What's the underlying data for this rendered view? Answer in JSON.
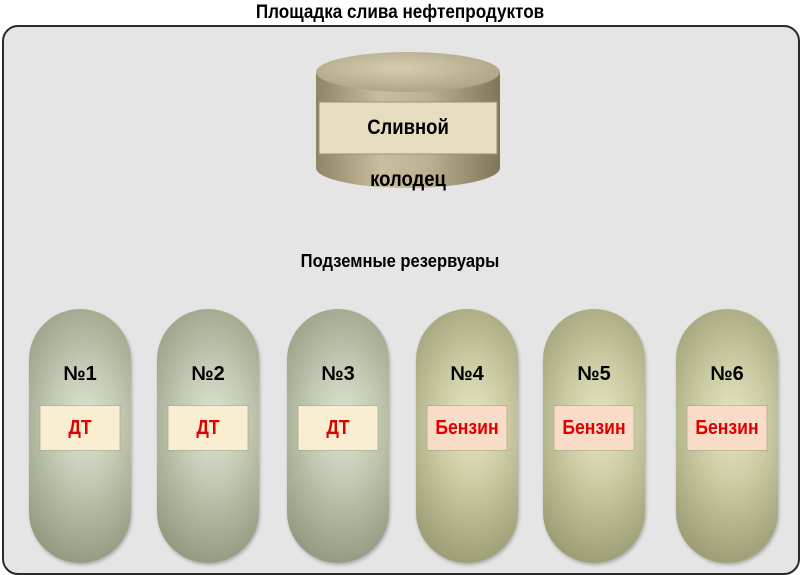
{
  "title": "Площадка слива нефтепродуктов",
  "well": {
    "label": "Сливной колодец"
  },
  "tanks_heading": "Подземные резервуары",
  "tanks": [
    {
      "number": "№1",
      "product": "ДТ",
      "kind": "dt",
      "body_color": "#b5bca5",
      "label_bg": "#f9eed2"
    },
    {
      "number": "№2",
      "product": "ДТ",
      "kind": "dt",
      "body_color": "#b5bca5",
      "label_bg": "#f9eed2"
    },
    {
      "number": "№3",
      "product": "ДТ",
      "kind": "dt",
      "body_color": "#b5bca5",
      "label_bg": "#f9eed2"
    },
    {
      "number": "№4",
      "product": "Бензин",
      "kind": "benzin",
      "body_color": "#c0c09a",
      "label_bg": "#f9dcc8"
    },
    {
      "number": "№5",
      "product": "Бензин",
      "kind": "benzin",
      "body_color": "#c0c09a",
      "label_bg": "#f9dcc8"
    },
    {
      "number": "№6",
      "product": "Бензин",
      "kind": "benzin",
      "body_color": "#c0c09a",
      "label_bg": "#f9dcc8"
    }
  ],
  "colors": {
    "product_text": "#e00000",
    "panel_bg": "#e5e5e5",
    "well_body": "#b6ab8c"
  }
}
